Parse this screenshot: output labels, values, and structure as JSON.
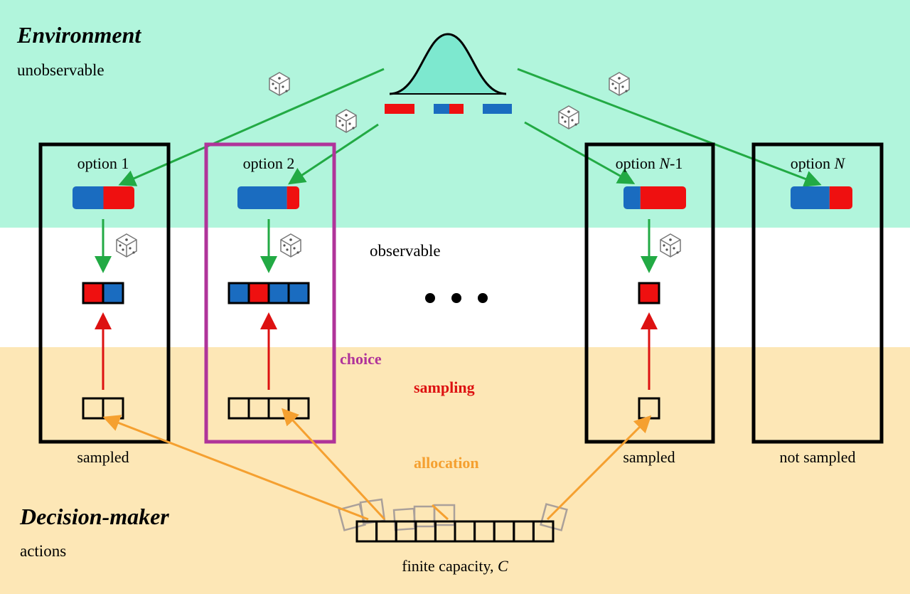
{
  "regions": {
    "environment": {
      "title": "Environment",
      "subtitle": "unobservable",
      "color": "#b1f5dc"
    },
    "observable": {
      "label": "observable",
      "color": "#ffffff"
    },
    "decision_maker": {
      "title": "Decision-maker",
      "subtitle": "actions",
      "color": "#fde7b6"
    }
  },
  "options": [
    {
      "label_prefix": "option ",
      "label_italic": "",
      "label_suffix": "1",
      "status": "sampled",
      "bar_blue_fraction": 0.5,
      "samples": [
        "red",
        "blue"
      ]
    },
    {
      "label_prefix": "option ",
      "label_italic": "",
      "label_suffix": "2",
      "status": "choice",
      "bar_blue_fraction": 0.8,
      "samples": [
        "blue",
        "red",
        "blue",
        "blue"
      ]
    },
    {
      "label_prefix": "option ",
      "label_italic": "N",
      "label_suffix": "-1",
      "status": "sampled",
      "bar_blue_fraction": 0.27,
      "samples": [
        "red"
      ]
    },
    {
      "label_prefix": "option ",
      "label_italic": "N",
      "label_suffix": "",
      "status": "not sampled",
      "bar_blue_fraction": 0.63,
      "samples": []
    }
  ],
  "labels": {
    "sampled": "sampled",
    "not_sampled": "not sampled",
    "choice": "choice",
    "sampling": "sampling",
    "allocation": "allocation",
    "capacity_prefix": "finite capacity, ",
    "capacity_symbol": "C"
  },
  "capacity_slots": 10,
  "colors": {
    "blue": "#1a6cc0",
    "red": "#ef1010",
    "green": "#22aa44",
    "red_arrow": "#dd1111",
    "orange": "#f5a030",
    "purple": "#b0349a",
    "distribution_fill": "#7de8cf"
  },
  "icons": [
    "dice-icon",
    "distribution-curve-icon",
    "ellipsis-dots-icon"
  ]
}
